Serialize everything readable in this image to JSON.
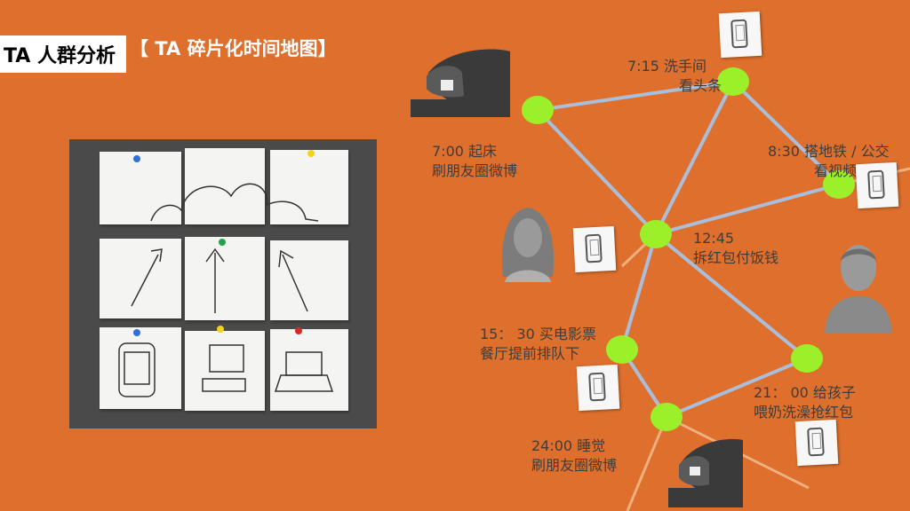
{
  "header": {
    "tag": "TA 人群分析",
    "subtitle": "【 TA 碎片化时间地图】"
  },
  "timeline": [
    {
      "time": "7:00  起床",
      "activity": "刷朋友圈微博"
    },
    {
      "time": "7:15  洗手间",
      "activity": "看头条"
    },
    {
      "time": "8:30  搭地铁 / 公交",
      "activity": "看视频"
    },
    {
      "time": "12:45",
      "activity": "拆红包付饭钱"
    },
    {
      "time": "15：  30  买电影票",
      "activity": "餐厅提前排队下"
    },
    {
      "time": "21：  00 给孩子",
      "activity": "喂奶洗澡抢红包"
    },
    {
      "time": "24:00  睡觉",
      "activity": "刷朋友圈微博"
    }
  ],
  "colors": {
    "background": "#de6f2c",
    "node": "#9bf02a",
    "edge": "#a9bedb"
  }
}
